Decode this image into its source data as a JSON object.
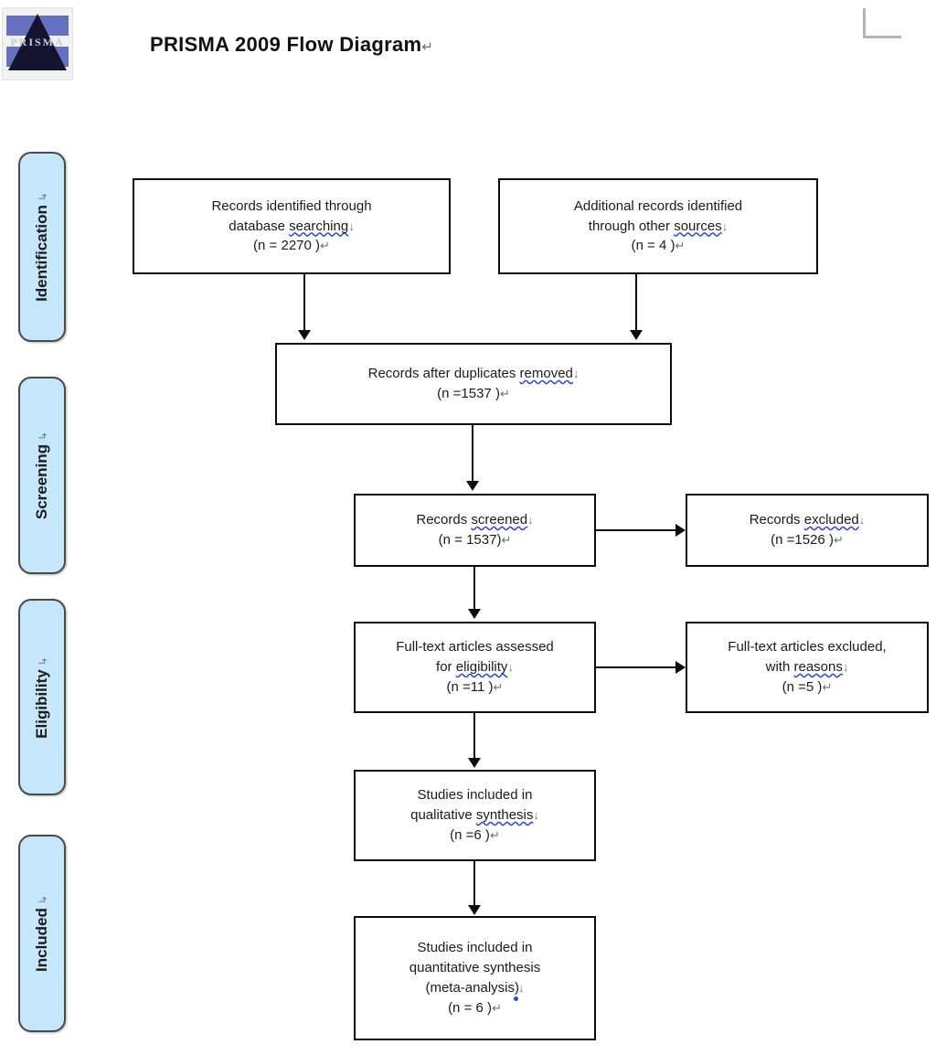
{
  "header": {
    "title": "PRISMA 2009 Flow Diagram",
    "title_paragraph_mark": "↵",
    "logo_word": "PRISMA",
    "logo_name": "prisma-logo"
  },
  "marks": {
    "line_break": "↓",
    "paragraph": "↵"
  },
  "colors": {
    "stage_fill": "#c5e6fb",
    "stage_border": "#4a4a4a",
    "box_border": "#0c0c0c",
    "spellcheck_underline": "#2b44d6",
    "logo_band": "#6670c0",
    "crop_mark": "#b4b4b4"
  },
  "stages": [
    {
      "label": "Identification",
      "mark": "↳"
    },
    {
      "label": "Screening",
      "mark": "↳"
    },
    {
      "label": "Eligibility",
      "mark": "↳"
    },
    {
      "label": "Included",
      "mark": "↳"
    }
  ],
  "boxes": {
    "db_search": {
      "line1": "Records identified through",
      "line2_plain": "database ",
      "line2_flagged": "searching",
      "line3": "(n = 2270  )"
    },
    "other_sources": {
      "line1": "Additional records identified",
      "line2_plain": "through other ",
      "line2_flagged": "sources",
      "line3": "(n = 4  )"
    },
    "duplicates_removed": {
      "line1_plain": "Records after duplicates ",
      "line1_flagged": "removed",
      "line2": "(n =1537 )"
    },
    "records_screened": {
      "line1_plain": "Records ",
      "line1_flagged": "screened",
      "line2": "(n = 1537)"
    },
    "records_excluded": {
      "line1_plain": "Records ",
      "line1_flagged": "excluded",
      "line2": "(n =1526 )"
    },
    "fulltext_assessed": {
      "line1": "Full-text articles assessed",
      "line2_plain": "for ",
      "line2_flagged": "eligibility",
      "line3": "(n =11 )"
    },
    "fulltext_excluded": {
      "line1": "Full-text articles excluded,",
      "line2_plain": "with ",
      "line2_flagged": "reasons",
      "line3": "(n =5 )"
    },
    "qualitative": {
      "line1": "Studies included in",
      "line2_plain": "qualitative ",
      "line2_flagged": "synthesis",
      "line3": "(n =6 )"
    },
    "quantitative": {
      "line1": "Studies included in",
      "line2": "quantitative synthesis",
      "line3": "(meta-analysis)",
      "line4": "(n = 6 )"
    }
  },
  "chart_data": {
    "type": "diagram",
    "title": "PRISMA 2009 Flow Diagram",
    "phases": [
      "Identification",
      "Screening",
      "Eligibility",
      "Included"
    ],
    "nodes": [
      {
        "id": "db_search",
        "phase": "Identification",
        "label": "Records identified through database searching",
        "n": 2270
      },
      {
        "id": "other_sources",
        "phase": "Identification",
        "label": "Additional records identified through other sources",
        "n": 4
      },
      {
        "id": "duplicates_removed",
        "phase": "Screening",
        "label": "Records after duplicates removed",
        "n": 1537
      },
      {
        "id": "records_screened",
        "phase": "Screening",
        "label": "Records screened",
        "n": 1537
      },
      {
        "id": "records_excluded",
        "phase": "Screening",
        "label": "Records excluded",
        "n": 1526
      },
      {
        "id": "fulltext_assessed",
        "phase": "Eligibility",
        "label": "Full-text articles assessed for eligibility",
        "n": 11
      },
      {
        "id": "fulltext_excluded",
        "phase": "Eligibility",
        "label": "Full-text articles excluded, with reasons",
        "n": 5
      },
      {
        "id": "qualitative",
        "phase": "Included",
        "label": "Studies included in qualitative synthesis",
        "n": 6
      },
      {
        "id": "quantitative",
        "phase": "Included",
        "label": "Studies included in quantitative synthesis (meta-analysis)",
        "n": 6
      }
    ],
    "edges": [
      {
        "from": "db_search",
        "to": "duplicates_removed",
        "direction": "down"
      },
      {
        "from": "other_sources",
        "to": "duplicates_removed",
        "direction": "down"
      },
      {
        "from": "duplicates_removed",
        "to": "records_screened",
        "direction": "down"
      },
      {
        "from": "records_screened",
        "to": "records_excluded",
        "direction": "right"
      },
      {
        "from": "records_screened",
        "to": "fulltext_assessed",
        "direction": "down"
      },
      {
        "from": "fulltext_assessed",
        "to": "fulltext_excluded",
        "direction": "right"
      },
      {
        "from": "fulltext_assessed",
        "to": "qualitative",
        "direction": "down"
      },
      {
        "from": "qualitative",
        "to": "quantitative",
        "direction": "down"
      }
    ]
  }
}
